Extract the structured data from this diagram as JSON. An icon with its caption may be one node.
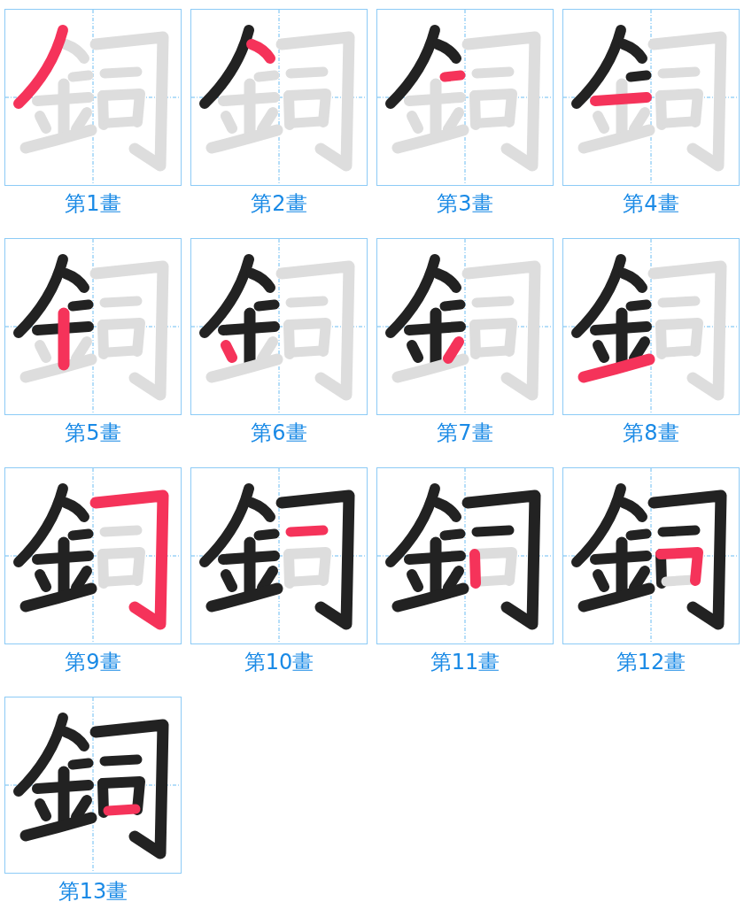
{
  "diagram": {
    "nodes": [
      {
        "text": [],
        "shape": "picture",
        "beside": [
          "第1畫"
        ]
      },
      {
        "text": [],
        "shape": "picture",
        "beside": [
          "第2畫"
        ]
      },
      {
        "text": [],
        "shape": "picture",
        "beside": [
          "第3畫"
        ]
      },
      {
        "text": [],
        "shape": "picture",
        "beside": [
          "第4畫"
        ]
      },
      {
        "text": [],
        "shape": "picture",
        "beside": [
          "第5畫"
        ]
      },
      {
        "text": [],
        "shape": "picture",
        "beside": [
          "第6畫"
        ]
      },
      {
        "text": [],
        "shape": "picture",
        "beside": [
          "第7畫"
        ]
      },
      {
        "text": [],
        "shape": "picture",
        "beside": [
          "第8畫"
        ]
      },
      {
        "text": [],
        "shape": "picture",
        "beside": [
          "第9畫"
        ]
      },
      {
        "text": [],
        "shape": "picture",
        "beside": [
          "第10畫"
        ]
      },
      {
        "text": [],
        "shape": "picture",
        "beside": [
          "第11畫"
        ]
      },
      {
        "text": [],
        "shape": "picture",
        "beside": [
          "第12畫"
        ]
      },
      {
        "text": [],
        "shape": "picture",
        "beside": [
          "第13畫"
        ]
      }
    ]
  }
}
